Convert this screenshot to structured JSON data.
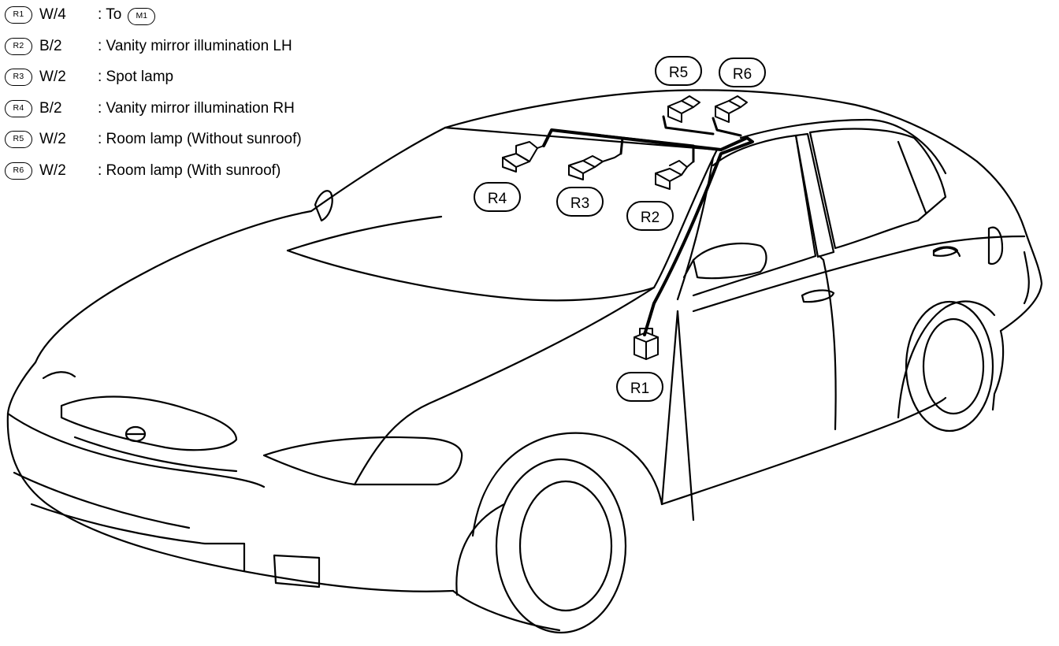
{
  "legend": {
    "items": [
      {
        "id": "R1",
        "code": "W/4",
        "desc": ": To",
        "target": "M1"
      },
      {
        "id": "R2",
        "code": "B/2",
        "desc": ": Vanity mirror illumination LH"
      },
      {
        "id": "R3",
        "code": "W/2",
        "desc": ": Spot lamp"
      },
      {
        "id": "R4",
        "code": "B/2",
        "desc": ": Vanity mirror illumination RH"
      },
      {
        "id": "R5",
        "code": "W/2",
        "desc": ": Room lamp (Without sunroof)"
      },
      {
        "id": "R6",
        "code": "W/2",
        "desc": ": Room lamp (With sunroof)"
      }
    ]
  },
  "callouts": {
    "r1": "R1",
    "r2": "R2",
    "r3": "R3",
    "r4": "R4",
    "r5": "R5",
    "r6": "R6"
  },
  "colors": {
    "line": "#000000",
    "background": "#ffffff"
  }
}
